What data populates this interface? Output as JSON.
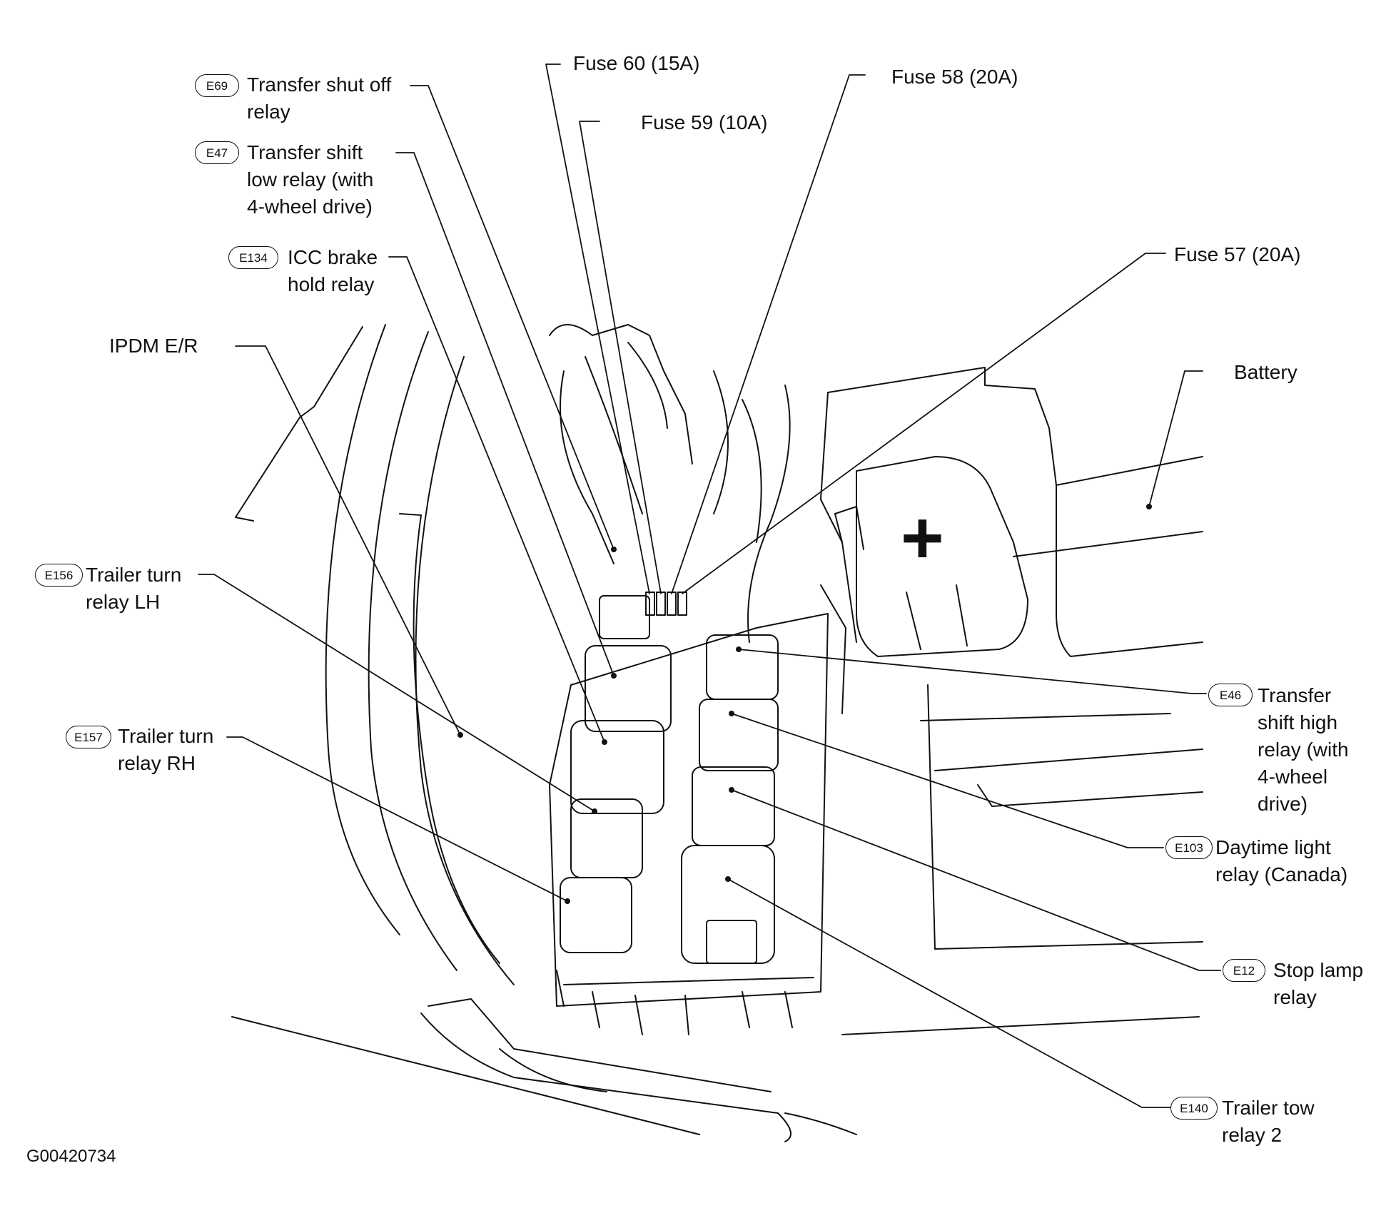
{
  "figure_id": "G00420734",
  "callouts": {
    "e69": {
      "code": "E69",
      "label": "Transfer shut off\nrelay"
    },
    "e47": {
      "code": "E47",
      "label": "Transfer shift\nlow relay (with\n4-wheel drive)"
    },
    "e134": {
      "code": "E134",
      "label": "ICC brake\nhold relay"
    },
    "ipdm": {
      "label": "IPDM E/R"
    },
    "e156": {
      "code": "E156",
      "label": "Trailer turn\nrelay LH"
    },
    "e157": {
      "code": "E157",
      "label": "Trailer turn\nrelay RH"
    },
    "fuse60": {
      "label": "Fuse 60 (15A)"
    },
    "fuse59": {
      "label": "Fuse 59 (10A)"
    },
    "fuse58": {
      "label": "Fuse 58 (20A)"
    },
    "fuse57": {
      "label": "Fuse 57 (20A)"
    },
    "battery": {
      "label": "Battery"
    },
    "e46": {
      "code": "E46",
      "label": "Transfer\nshift high\nrelay (with\n4-wheel\ndrive)"
    },
    "e103": {
      "code": "E103",
      "label": "Daytime light\nrelay (Canada)"
    },
    "e12": {
      "code": "E12",
      "label": "Stop lamp\nrelay"
    },
    "e140": {
      "code": "E140",
      "label": "Trailer tow\nrelay 2"
    }
  },
  "battery_terminal_symbol": "+"
}
